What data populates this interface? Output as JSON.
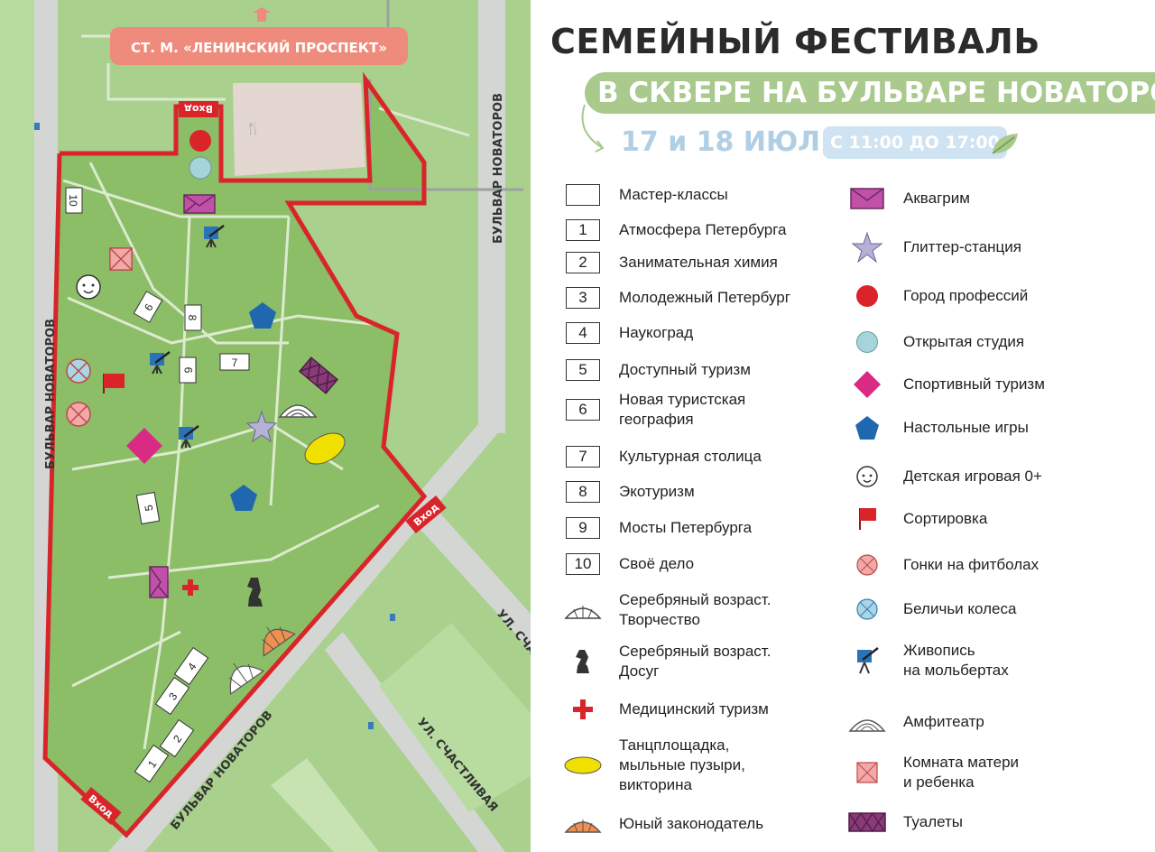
{
  "header": {
    "title": "СЕМЕЙНЫЙ ФЕСТИВАЛЬ",
    "subtitle": "В СКВЕРЕ НА БУЛЬВАРЕ НОВАТОРОВ",
    "dates": "17 и 18 ИЮЛЯ",
    "time": "С 11:00 ДО 17:00"
  },
  "map": {
    "metro_label": "СТ. М. «ЛЕНИНСКИЙ ПРОСПЕКТ»",
    "streets": {
      "bulvar_left": "БУЛЬВАР НОВАТОРОВ",
      "bulvar_right": "БУЛЬВАР НОВАТОРОВ",
      "bulvar_bottom": "БУЛЬВАР НОВАТОРОВ",
      "schastlivaya_1": "УЛ. СЧАСТЛИВАЯ",
      "schastlivaya_2": "УЛ. СЧАСТЛИВАЯ"
    },
    "entrances": [
      "Вход",
      "Вход",
      "Вход"
    ],
    "number_boxes": [
      "10",
      "9",
      "8",
      "6",
      "7",
      "5",
      "4",
      "3",
      "2",
      "1"
    ],
    "colors": {
      "grass": "#8fbe6a",
      "road": "#cfd4d0",
      "border": "#d9252a",
      "path": "#d4e6c2"
    }
  },
  "legend": {
    "left": [
      {
        "number": "",
        "label": "Мастер-классы"
      },
      {
        "number": "1",
        "label": "Атмосфера Петербурга"
      },
      {
        "number": "2",
        "label": "Занимательная химия"
      },
      {
        "number": "3",
        "label": "Молодежный Петербург"
      },
      {
        "number": "4",
        "label": "Наукоград"
      },
      {
        "number": "5",
        "label": "Доступный туризм"
      },
      {
        "number": "6",
        "label": "Новая туристская\nгеография"
      },
      {
        "number": "7",
        "label": "Культурная столица"
      },
      {
        "number": "8",
        "label": "Экотуризм"
      },
      {
        "number": "9",
        "label": "Мосты Петербурга"
      },
      {
        "number": "10",
        "label": "Своё дело"
      },
      {
        "icon": "silver-creative-icon",
        "label": "Серебряный возраст.\nТворчество"
      },
      {
        "icon": "chess-knight-icon",
        "label": "Серебряный возраст.\nДосуг"
      },
      {
        "icon": "medical-cross-icon",
        "label": "Медицинский туризм"
      },
      {
        "icon": "yellow-oval-icon",
        "label": "Танцплощадка,\nмыльные пузыри,\nвикторина"
      },
      {
        "icon": "orange-dome-icon",
        "label": "Юный законодатель"
      }
    ],
    "right": [
      {
        "icon": "envelope-icon",
        "label": "Аквагрим"
      },
      {
        "icon": "star-icon",
        "label": "Глиттер-станция"
      },
      {
        "icon": "red-circle-icon",
        "label": "Город профессий"
      },
      {
        "icon": "blue-circle-icon",
        "label": "Открытая студия"
      },
      {
        "icon": "pink-diamond-icon",
        "label": "Спортивный туризм"
      },
      {
        "icon": "blue-pentagon-icon",
        "label": "Настольные игры"
      },
      {
        "icon": "baby-face-icon",
        "label": "Детская игровая 0+"
      },
      {
        "icon": "red-flag-icon",
        "label": "Сортировка"
      },
      {
        "icon": "pink-x-circle-icon",
        "label": "Гонки на фитболах"
      },
      {
        "icon": "blue-x-circle-icon",
        "label": "Беличьи колеса"
      },
      {
        "icon": "easel-icon",
        "label": "Живопись\nна мольбертах"
      },
      {
        "icon": "amphitheater-icon",
        "label": "Амфитеатр"
      },
      {
        "icon": "mother-child-room-icon",
        "label": "Комната матери\nи ребенка"
      },
      {
        "icon": "toilets-icon",
        "label": "Туалеты"
      }
    ]
  }
}
